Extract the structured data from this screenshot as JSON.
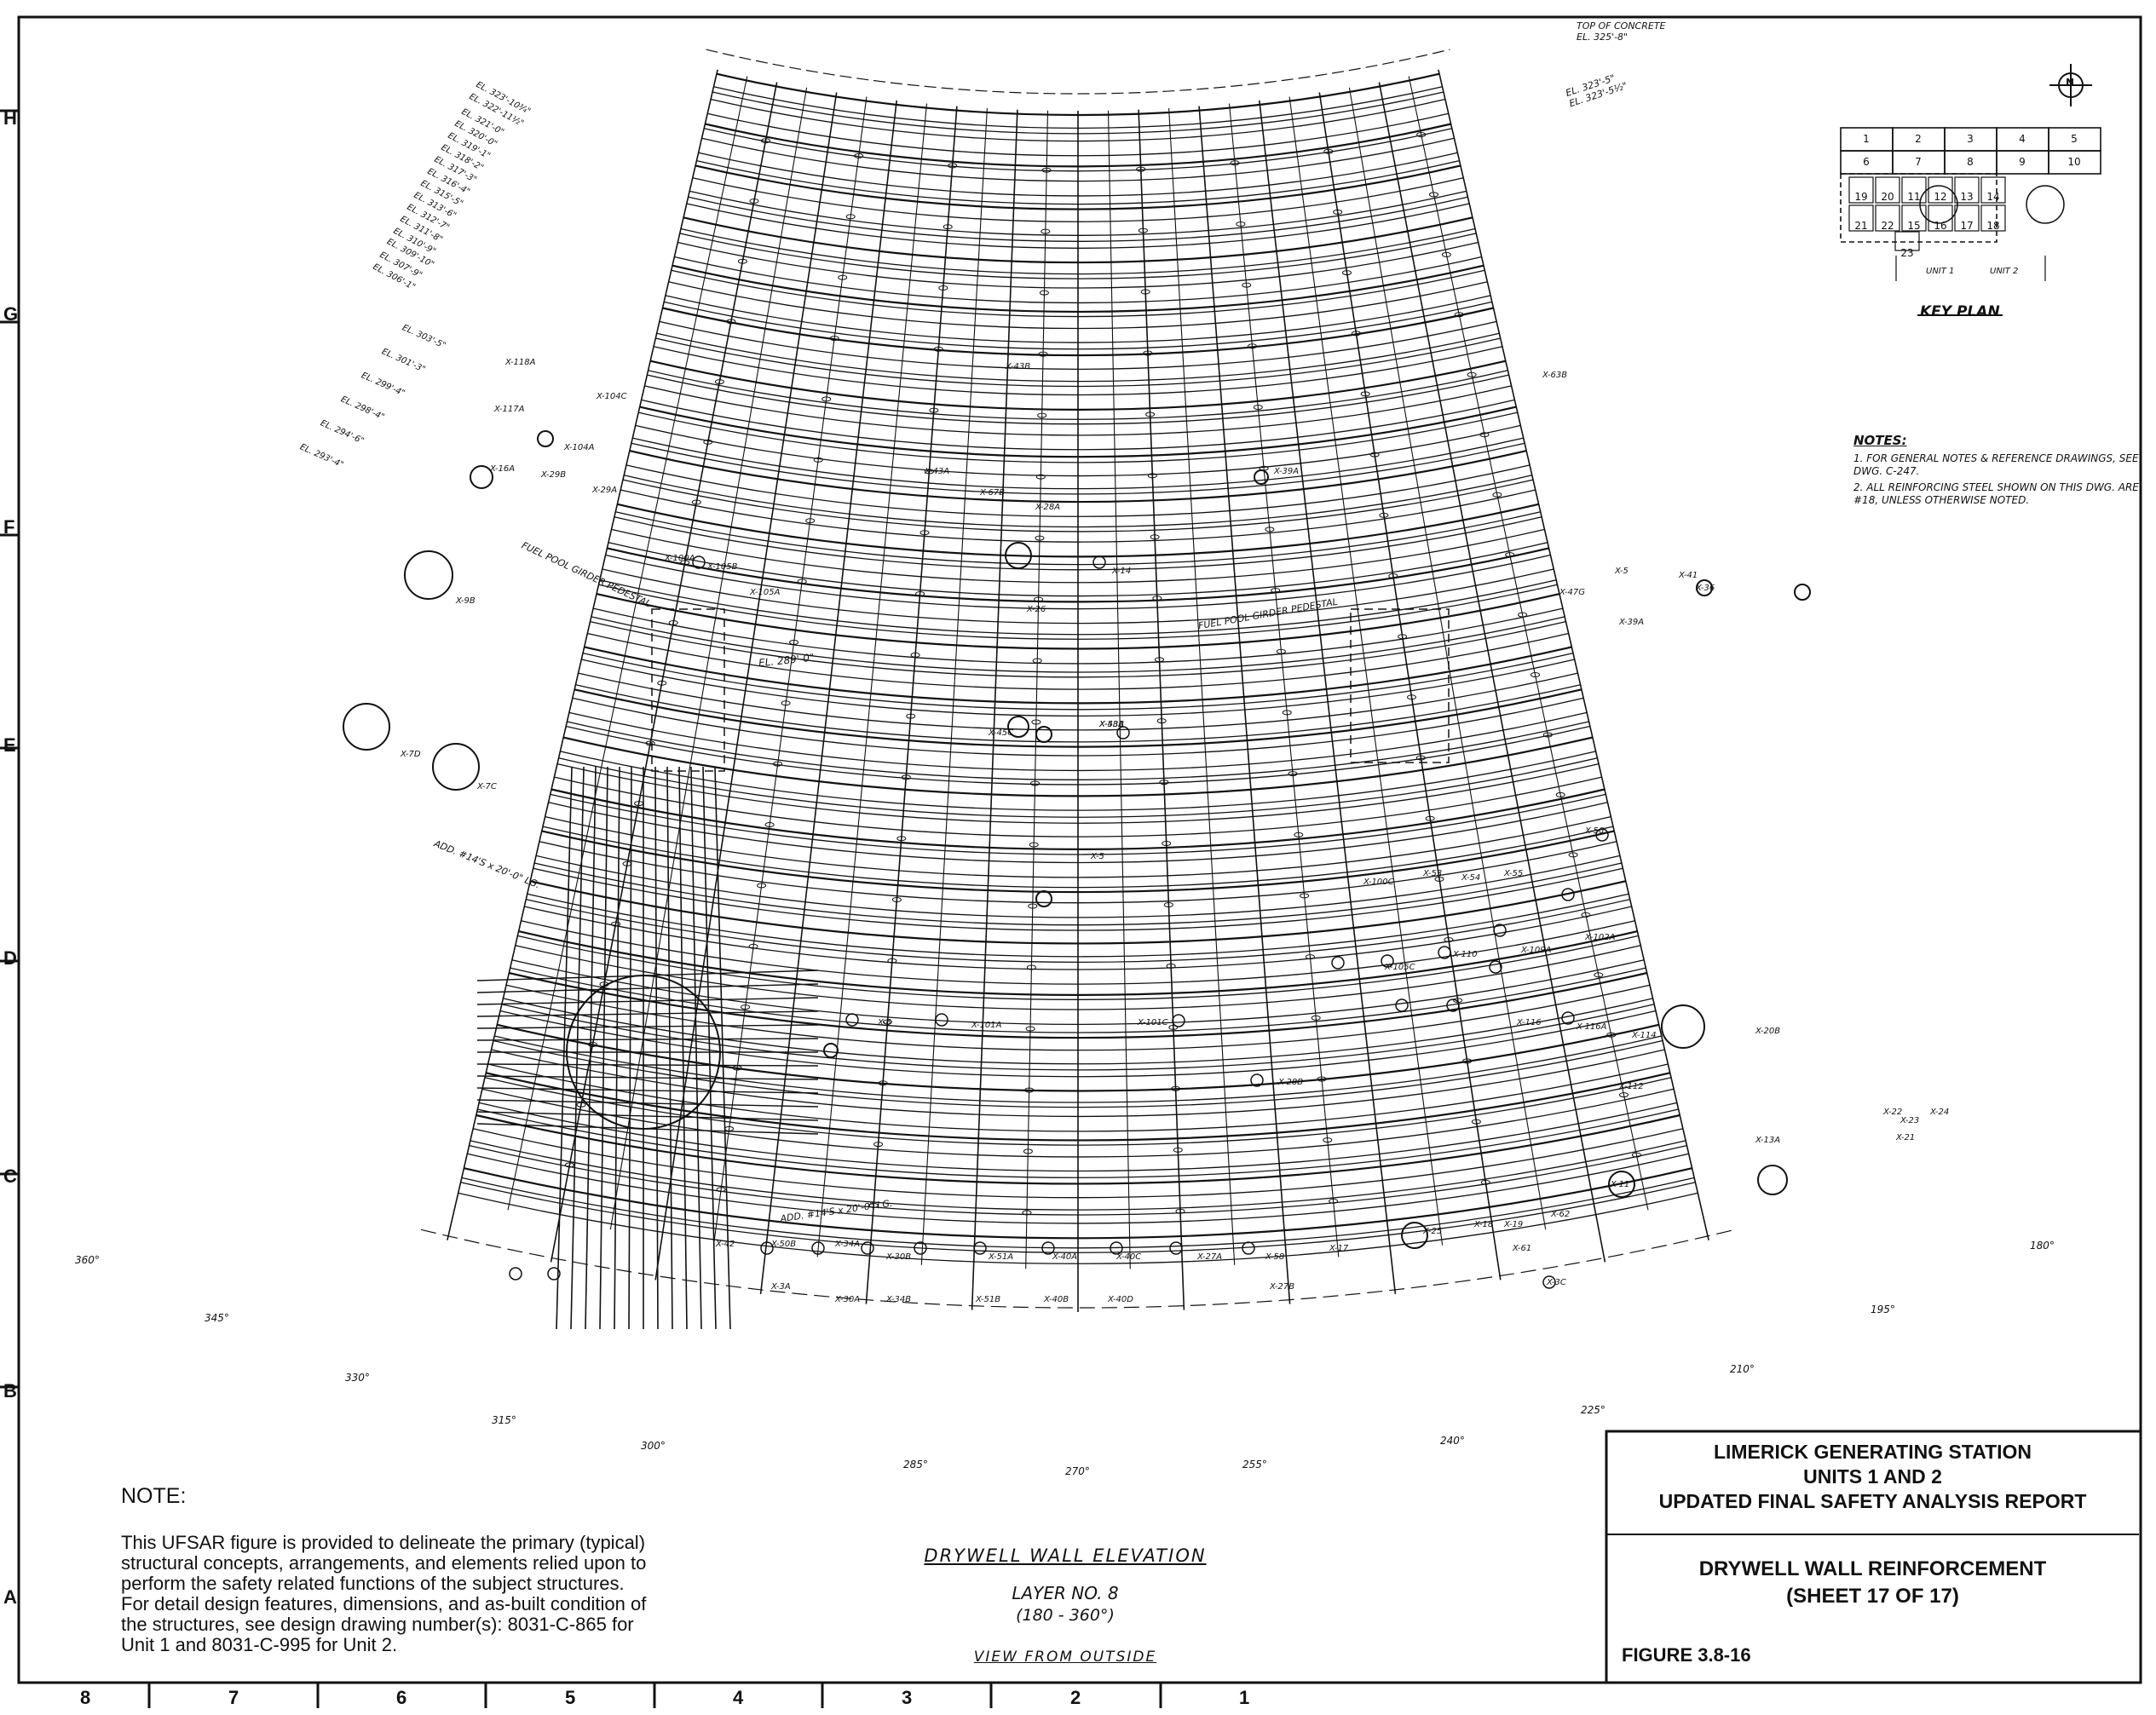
{
  "border": {
    "bottom_zones": [
      "8",
      "7",
      "6",
      "5",
      "4",
      "3",
      "2",
      "1"
    ],
    "side_zones": [
      "H",
      "G",
      "F",
      "E",
      "D",
      "C",
      "B",
      "A"
    ]
  },
  "note": {
    "title": "NOTE:",
    "lines": [
      "This UFSAR figure is provided to delineate the primary (typical)",
      "structural concepts, arrangements, and elements relied upon to",
      "perform the safety related functions of the subject structures.",
      "For detail design features, dimensions, and as-built condition of",
      "the structures, see design drawing number(s):  8031-C-865 for",
      "Unit 1 and 8031-C-995 for Unit 2."
    ]
  },
  "title_block": {
    "station": "LIMERICK GENERATING STATION",
    "units": "UNITS 1 AND 2",
    "report": "UPDATED FINAL SAFETY ANALYSIS REPORT",
    "drawing_title": "DRYWELL WALL REINFORCEMENT",
    "sheet": "(SHEET 17 OF 17)",
    "figure": "FIGURE 3.8-16"
  },
  "drawing_caption": {
    "title": "DRYWELL WALL ELEVATION",
    "layer": "LAYER NO. 8",
    "range": "(180 - 360°)",
    "view": "VIEW FROM OUTSIDE"
  },
  "key_plan": {
    "title": "KEY PLAN",
    "row1": [
      "1",
      "2",
      "3",
      "4",
      "5"
    ],
    "row2": [
      "6",
      "7",
      "8",
      "9",
      "10"
    ],
    "row3": [
      "19",
      "20",
      "11",
      "12",
      "13",
      "14"
    ],
    "row4": [
      "21",
      "22",
      "15",
      "16",
      "17",
      "18"
    ],
    "row5": [
      "23"
    ],
    "unit1": "UNIT 1",
    "unit2": "UNIT 2",
    "north": "N"
  },
  "notes_hand": {
    "title": "NOTES:",
    "items": [
      "1. FOR GENERAL NOTES & REFERENCE DRAWINGS, SEE DWG. C-247.",
      "2. ALL REINFORCING STEEL SHOWN ON THIS DWG. ARE #18, UNLESS OTHERWISE NOTED."
    ]
  },
  "top_label": {
    "line1": "TOP OF CONCRETE",
    "line2": "EL. 325'-8\"",
    "right1": "EL. 323'-5\"",
    "right2": "EL. 323'-5½\""
  },
  "azimuths": [
    "360°",
    "345°",
    "330°",
    "315°",
    "300°",
    "285°",
    "270°",
    "255°",
    "240°",
    "225°",
    "210°",
    "195°",
    "180°"
  ],
  "elev_left": [
    "EL. 323'-10¾\"",
    "EL. 322'-11½\"",
    "EL. 321'-0\"",
    "EL. 320'-0\"",
    "EL. 319'-1\"",
    "EL. 318'-2\"",
    "EL. 317'-3\"",
    "EL. 316'-4\"",
    "EL. 315'-5\"",
    "EL. 313'-6\"",
    "EL. 312'-7\"",
    "EL. 311'-8\"",
    "EL. 310'-9\"",
    "EL. 309'-10\"",
    "EL. 307'-9\"",
    "EL. 306'-1\""
  ],
  "elev_mid": [
    "EL. 303'-5\"",
    "EL. 301'-3\"",
    "EL. 299'-4\"",
    "EL. 298'-4\"",
    "EL. 294'-6\"",
    "EL. 293'-4\""
  ],
  "penetrations": [
    "X-118A",
    "X-104C",
    "X-117A",
    "X-104A",
    "X-16A",
    "X-29B",
    "X-29A",
    "X-9B",
    "X-100A",
    "X-105B",
    "X-105A",
    "X-26",
    "X-14",
    "X-7D",
    "X-7C",
    "X-45C",
    "X-43A",
    "X-39A",
    "X-63B",
    "X-47G",
    "X-5",
    "X-41",
    "X-39A",
    "X-36",
    "X-20B",
    "X-6",
    "X-101A",
    "X-101C",
    "X-105C",
    "X-110",
    "X-109A",
    "X-102A",
    "X-116",
    "X-116A",
    "X-114",
    "X-112",
    "X-100C",
    "X-53",
    "X-54",
    "X-55",
    "X-56",
    "X-42",
    "X-50B",
    "X-34A",
    "X-30B",
    "X-51A",
    "X-40A",
    "X-40C",
    "X-27A",
    "X-58",
    "X-17",
    "X-25",
    "X-18",
    "X-19",
    "X-62",
    "X-61",
    "X-11",
    "X-13A",
    "X-22",
    "X-23",
    "X-24",
    "X-21",
    "X-3A",
    "X-30A",
    "X-34B",
    "X-51B",
    "X-40B",
    "X-40D",
    "X-27B",
    "X-3C",
    "X-58B",
    "X-43A",
    "X-67B",
    "X-43B",
    "X-28A",
    "X-28B",
    "X-5"
  ],
  "labels": {
    "fuel_pool_left": "FUEL POOL GIRDER PEDESTAL",
    "fuel_pool_right": "FUEL POOL GIRDER PEDESTAL",
    "el_289": "EL. 289'-0\"",
    "add_bars_1": "ADD. #14'S x 20'-0\" LG.",
    "add_bars_2": "ADD. #14'S x 20'-0\" LG."
  },
  "stroke": "#111111"
}
